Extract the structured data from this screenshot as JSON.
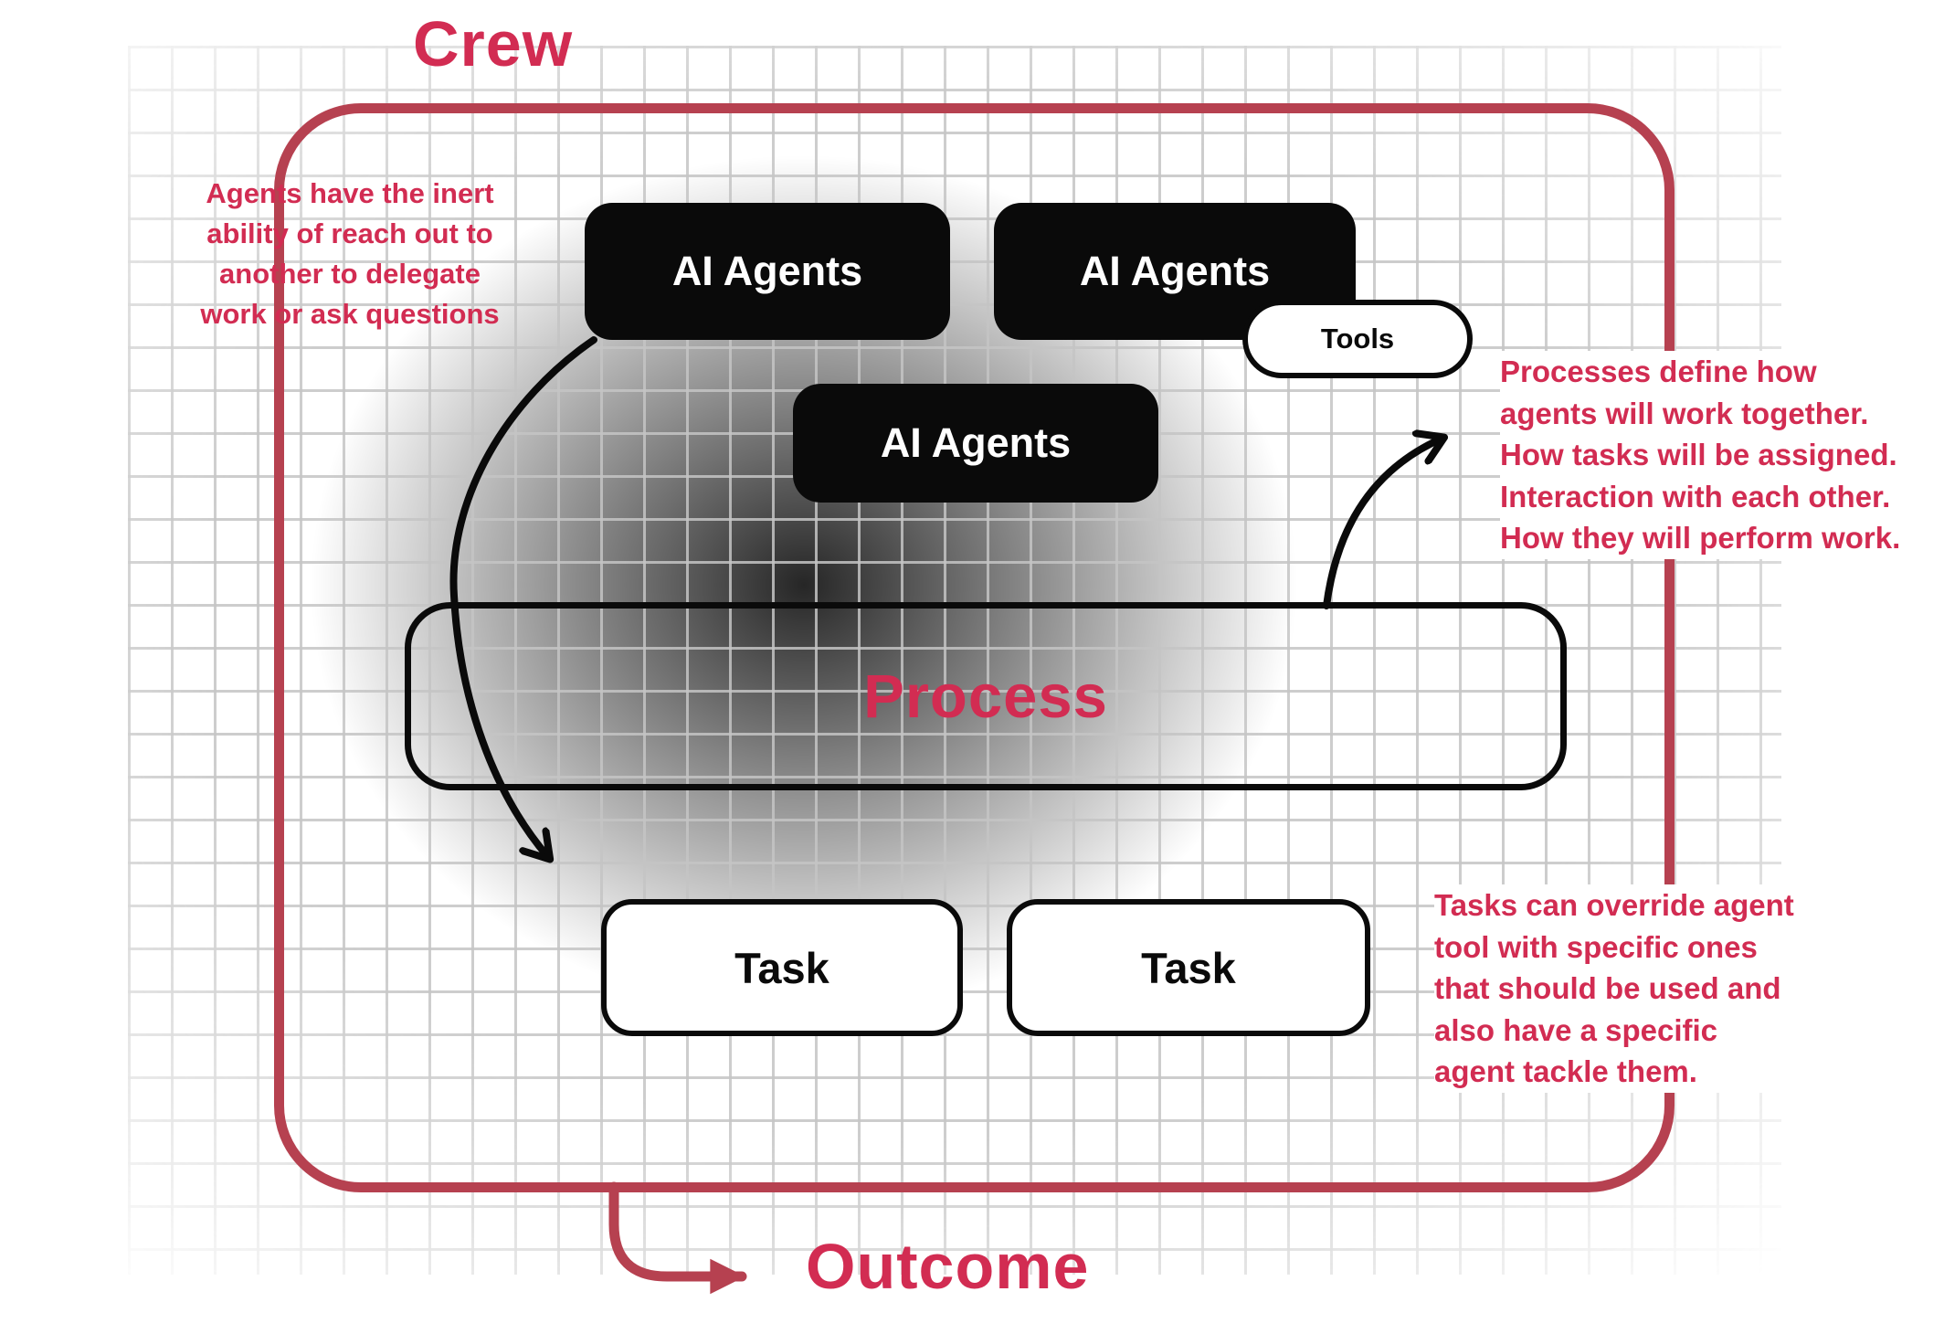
{
  "diagram": {
    "title": "Crew",
    "outcome": "Outcome",
    "agents": [
      {
        "label": "AI Agents"
      },
      {
        "label": "AI Agents"
      },
      {
        "label": "AI Agents"
      }
    ],
    "tools_label": "Tools",
    "process_label": "Process",
    "tasks": [
      {
        "label": "Task"
      },
      {
        "label": "Task"
      }
    ],
    "annotations": {
      "agents_note": [
        "Agents have the inert",
        "ability of reach out to",
        "another to delegate",
        "work or ask questions"
      ],
      "process_note": [
        "Processes define how",
        "agents will work together.",
        "How tasks will be assigned.",
        "Interaction with each other.",
        "How they will perform work."
      ],
      "tasks_note": [
        "Tasks can override agent",
        "tool with specific ones",
        "that should be used and",
        "also have a specific",
        "agent tackle them."
      ]
    },
    "colors": {
      "crimson": "#d22c52",
      "border_red": "#b64150",
      "node_black": "#0a0a0a"
    }
  }
}
